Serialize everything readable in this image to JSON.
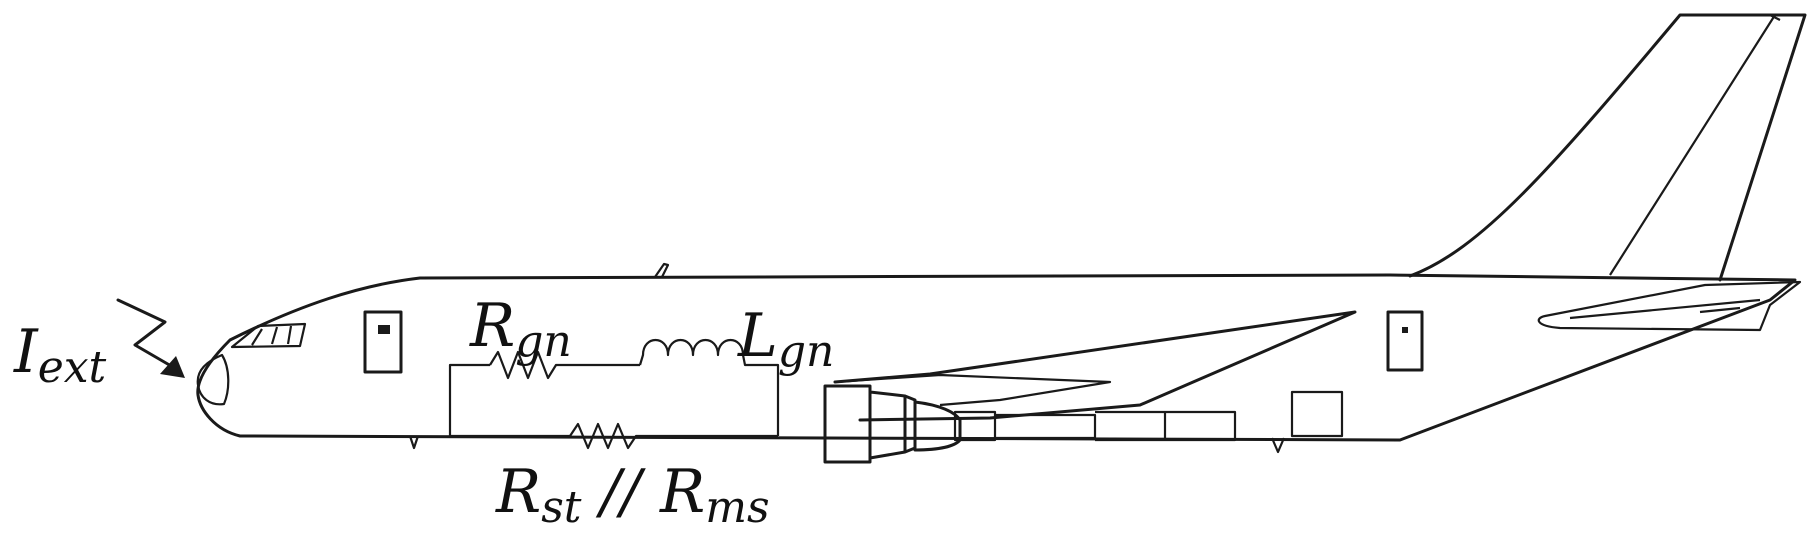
{
  "labels": {
    "i_ext": {
      "main": "I",
      "sub": "ext"
    },
    "r_gn": {
      "main": "R",
      "sub": "gn"
    },
    "l_gn": {
      "main": "L",
      "sub": "gn"
    },
    "r_st_ms": {
      "main1": "R",
      "sub1": "st",
      "sep": " // ",
      "main2": "R",
      "sub2": "ms"
    }
  },
  "colors": {
    "ink": "#1a1a1a",
    "background": "#ffffff"
  }
}
